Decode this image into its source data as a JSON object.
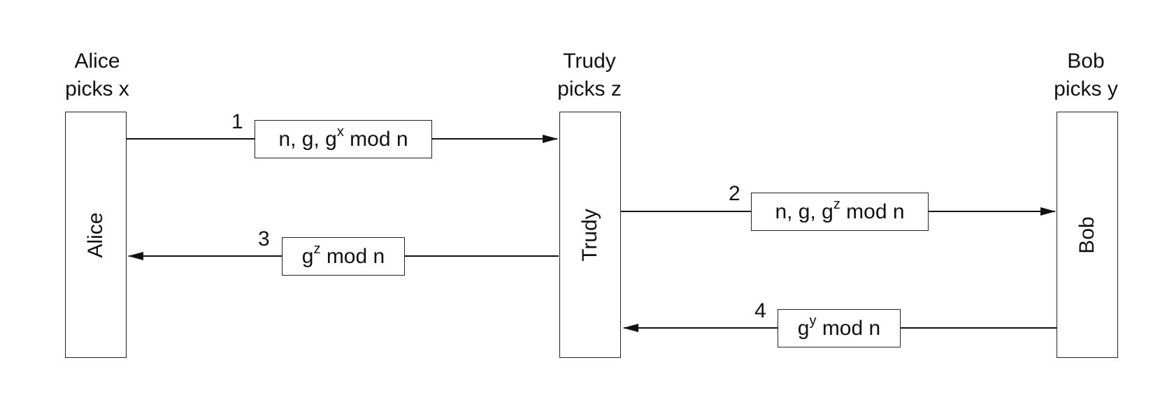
{
  "parties": {
    "alice": {
      "header_line1": "Alice",
      "header_line2": "picks x",
      "box_label": "Alice"
    },
    "trudy": {
      "header_line1": "Trudy",
      "header_line2": "picks z",
      "box_label": "Trudy"
    },
    "bob": {
      "header_line1": "Bob",
      "header_line2": "picks y",
      "box_label": "Bob"
    }
  },
  "messages": [
    {
      "number": "1",
      "prefix": "n, g, g",
      "exponent": "x",
      "suffix": " mod n"
    },
    {
      "number": "2",
      "prefix": "n, g, g",
      "exponent": "z",
      "suffix": " mod n"
    },
    {
      "number": "3",
      "prefix": "g",
      "exponent": "z",
      "suffix": " mod n"
    },
    {
      "number": "4",
      "prefix": "g",
      "exponent": "y",
      "suffix": " mod n"
    }
  ]
}
